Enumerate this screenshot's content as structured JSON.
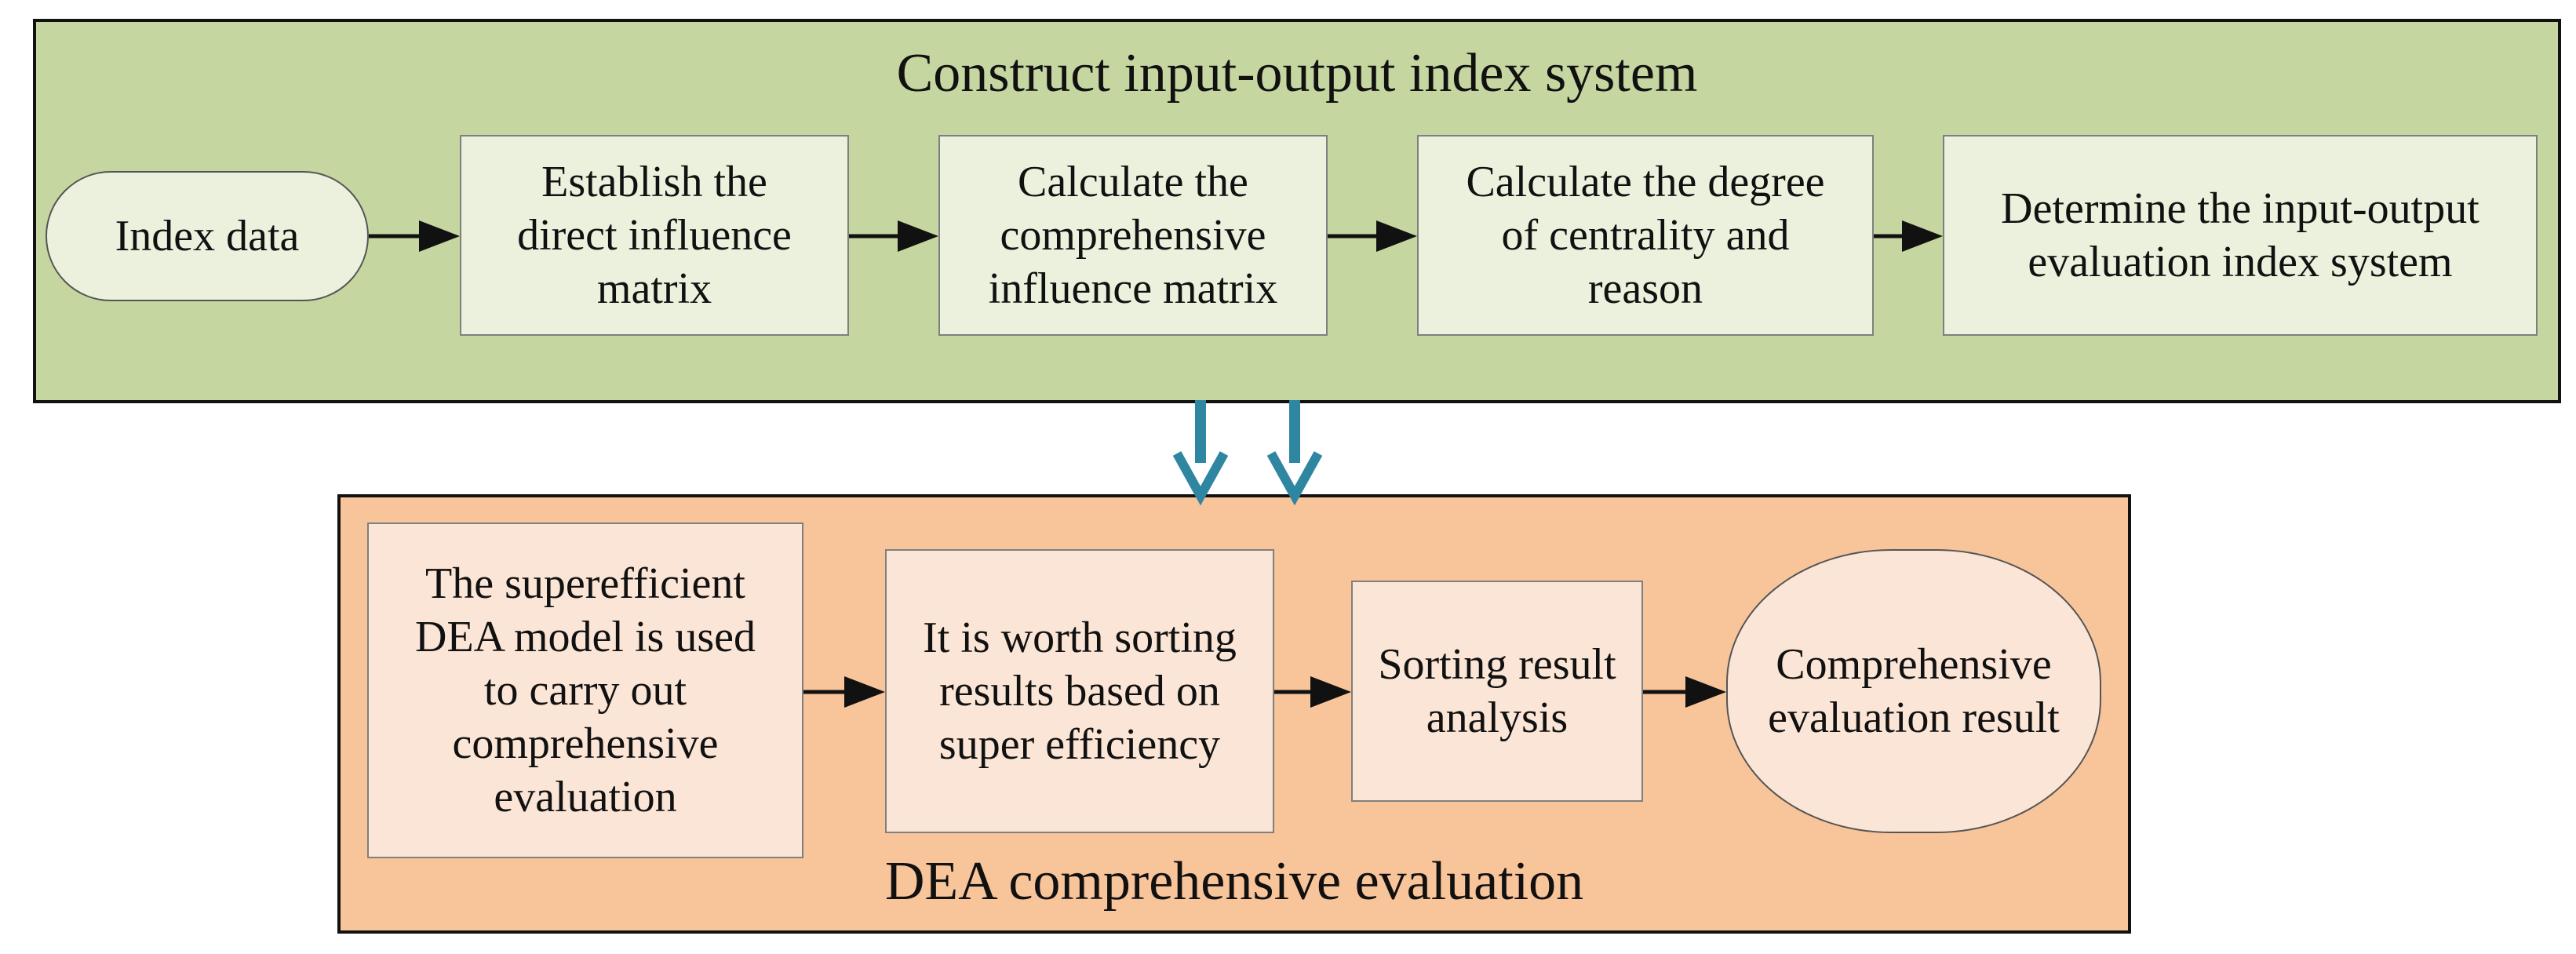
{
  "colors": {
    "top_panel_fill": "#c5d6a0",
    "top_box_fill": "#ebf1dd",
    "bottom_panel_fill": "#f8c49a",
    "bottom_box_fill": "#fbe5d6",
    "connector_arrow": "#2e86a1",
    "flow_arrow": "#111111"
  },
  "top_section": {
    "title": "Construct input-output index system",
    "nodes": [
      {
        "shape": "rounded",
        "label": "Index data"
      },
      {
        "shape": "rect",
        "label": "Establish the\ndirect influence\nmatrix"
      },
      {
        "shape": "rect",
        "label": "Calculate the\ncomprehensive\ninfluence matrix"
      },
      {
        "shape": "rect",
        "label": "Calculate the degree\nof centrality and\nreason"
      },
      {
        "shape": "rect",
        "label": "Determine the input-output\nevaluation index system"
      }
    ]
  },
  "bottom_section": {
    "title": "DEA comprehensive evaluation",
    "nodes": [
      {
        "shape": "rect",
        "label": "The superefficient\nDEA model is used\nto carry out\ncomprehensive\nevaluation"
      },
      {
        "shape": "rect",
        "label": "It is worth sorting\nresults based on\nsuper efficiency"
      },
      {
        "shape": "rect",
        "label": "Sorting result\nanalysis"
      },
      {
        "shape": "oval",
        "label": "Comprehensive\nevaluation result"
      }
    ]
  }
}
